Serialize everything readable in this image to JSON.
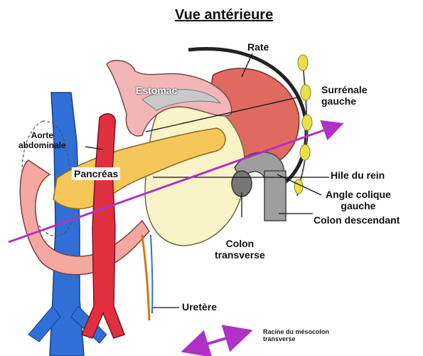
{
  "title": "Vue antérieure",
  "labels": {
    "rate": "Rate",
    "estomac": "Estomac",
    "surrenale_line1": "Surrénale",
    "surrenale_line2": "gauche",
    "aorte_line1": "Aorte",
    "aorte_line2": "abdominale",
    "pancreas": "Pancréas",
    "hile": "Hile du rein",
    "angle_line1": "Angle colique",
    "angle_line2": "gauche",
    "colon_desc": "Colon descendant",
    "colon_trans_line1": "Colon",
    "colon_trans_line2": "transverse",
    "uretere": "Uretère"
  },
  "legend": {
    "line1": "Racine du mésocolon",
    "line2": "transverse"
  },
  "colors": {
    "vein": "#2f6fd6",
    "artery": "#e03040",
    "stomach": "#f2b6b6",
    "spleen": "#e06a60",
    "pancreas": "#f5c65a",
    "kidney": "#fbf3c8",
    "colon": "#9e9e9e",
    "duodenum": "#f4a8a0",
    "root_arrow": "#b030c8",
    "adrenal": "#e8e04a"
  }
}
